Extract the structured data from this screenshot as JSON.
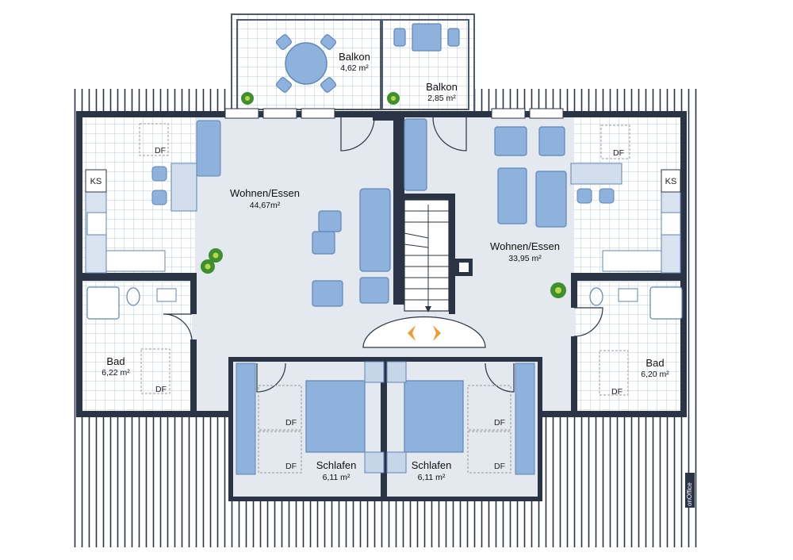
{
  "colors": {
    "wall": "#2b3445",
    "floor": "#e4e8ef",
    "tile": "#ffffff",
    "tile_line": "#9fb6cc",
    "furniture": "#8fb2dc",
    "furniture_dark": "#5e86b8",
    "roof_line": "#2b3445",
    "arrow": "#f29a2e",
    "plant": "#3f8f2e"
  },
  "rooms": {
    "balkon_left": {
      "name": "Balkon",
      "area": "4,62 m²"
    },
    "balkon_right": {
      "name": "Balkon",
      "area": "2,85 m²"
    },
    "wohnen_left": {
      "name": "Wohnen/Essen",
      "area": "44,67m²"
    },
    "wohnen_right": {
      "name": "Wohnen/Essen",
      "area": "33,95 m²"
    },
    "bad_left": {
      "name": "Bad",
      "area": "6,22 m²"
    },
    "bad_right": {
      "name": "Bad",
      "area": "6,20 m²"
    },
    "schlafen_left": {
      "name": "Schlafen",
      "area": "6,11 m²"
    },
    "schlafen_right": {
      "name": "Schlafen",
      "area": "6,11 m²"
    }
  },
  "labels": {
    "df": "DF",
    "ks": "KS",
    "brand": "onOffice"
  },
  "icons": {
    "stairs": "staircase-icon",
    "entrance": "entrance-arrows-icon",
    "plant": "plant-icon"
  }
}
